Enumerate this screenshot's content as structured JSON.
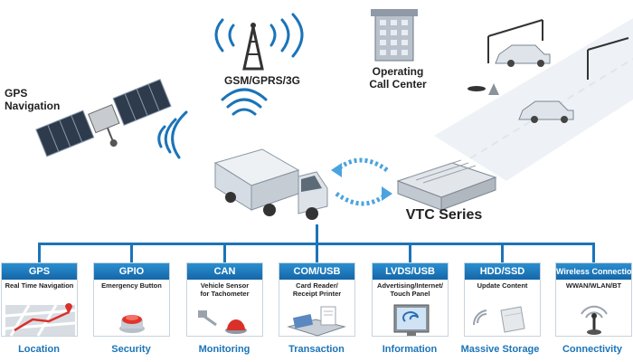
{
  "labels": {
    "gps_navigation": "GPS\nNavigation",
    "gsm": "GSM/GPRS/3G",
    "call_center": "Operating\nCall Center",
    "vtc_series": "VTC Series"
  },
  "cards": [
    {
      "id": "gps",
      "title": "GPS",
      "desc": "Real Time Navigation",
      "category": "Location",
      "icon": "map-icon"
    },
    {
      "id": "gpio",
      "title": "GPIO",
      "desc": "Emergency Button",
      "category": "Security",
      "icon": "emergency-button-icon"
    },
    {
      "id": "can",
      "title": "CAN",
      "desc": "Vehicle Sensor\nfor Tachometer",
      "category": "Monitoring",
      "icon": "tachometer-sensor-icon"
    },
    {
      "id": "com-usb",
      "title": "COM/USB",
      "desc": "Card Reader/\nReceipt Printer",
      "category": "Transaction",
      "icon": "card-reader-icon"
    },
    {
      "id": "lvds-usb",
      "title": "LVDS/USB",
      "desc": "Advertising/Internet/\nTouch Panel",
      "category": "Information",
      "icon": "touch-panel-icon"
    },
    {
      "id": "hdd-ssd",
      "title": "HDD/SSD",
      "desc": "Update Content",
      "category": "Massive Storage",
      "icon": "storage-drive-icon"
    },
    {
      "id": "wireless",
      "title": "Wireless Connection",
      "desc": "WWAN/WLAN/BT",
      "category": "Connectivity",
      "icon": "wireless-antenna-icon"
    }
  ],
  "colors": {
    "accent": "#1b74b8",
    "header_top": "#2a8fd0",
    "header_bottom": "#1566a8",
    "card_border": "#c9d4dd"
  }
}
